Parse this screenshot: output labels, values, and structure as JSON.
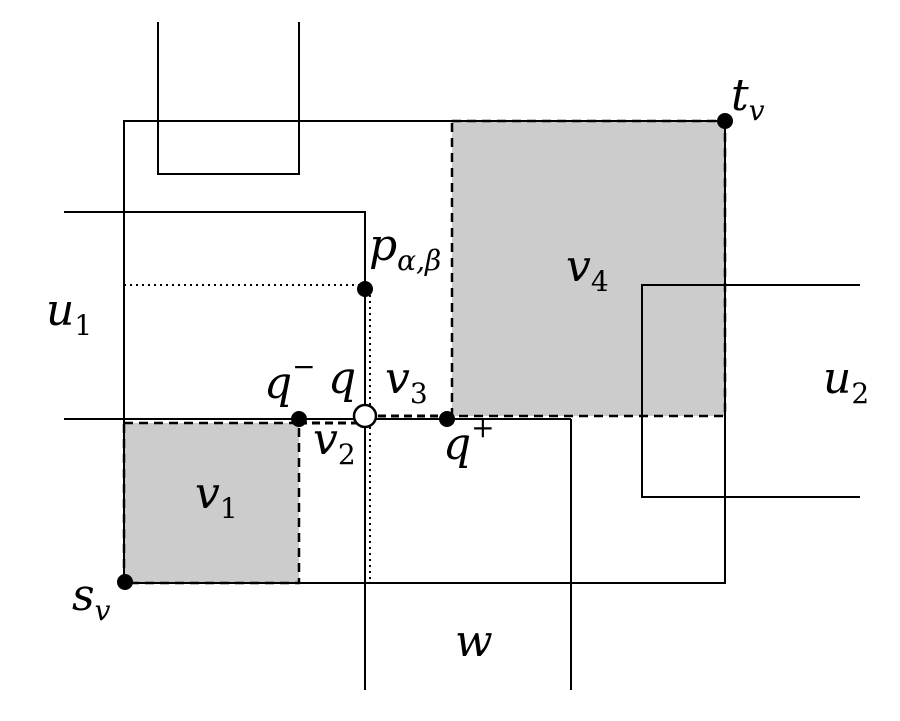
{
  "labels": {
    "t": {
      "base": "t",
      "sub": "v"
    },
    "s": {
      "base": "s",
      "sub": "v"
    },
    "u1": {
      "base": "u",
      "sub": "1"
    },
    "u2": {
      "base": "u",
      "sub": "2"
    },
    "v1": {
      "base": "v",
      "sub": "1"
    },
    "v2": {
      "base": "v",
      "sub": "2"
    },
    "v3": {
      "base": "v",
      "sub": "3"
    },
    "v4": {
      "base": "v",
      "sub": "4"
    },
    "w": {
      "base": "w"
    },
    "q": {
      "base": "q"
    },
    "qminus": {
      "base": "q",
      "sup": "−"
    },
    "qplus": {
      "base": "q",
      "sup": "+"
    },
    "p": {
      "base": "p",
      "sub": "α,β"
    }
  },
  "colors": {
    "stroke": "#000000",
    "shaded": "#cccccc",
    "hollow_point": "#ffffff"
  }
}
